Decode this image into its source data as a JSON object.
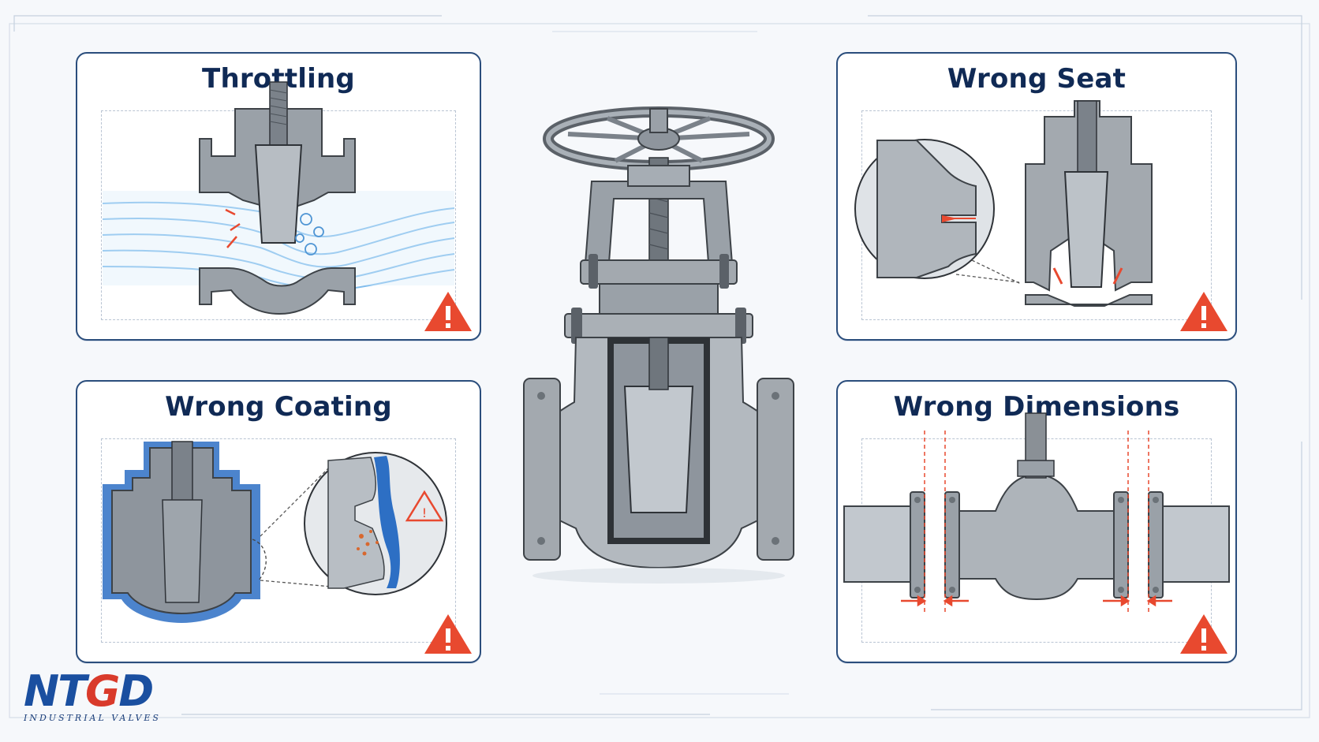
{
  "panels": {
    "throttling": {
      "title": "Throttling"
    },
    "wrong_seat": {
      "title": "Wrong Seat"
    },
    "wrong_coating": {
      "title": "Wrong Coating"
    },
    "wrong_dimensions": {
      "title": "Wrong Dimensions"
    }
  },
  "logo": {
    "mark_part1": "NT",
    "mark_accent": "G",
    "mark_part2": "D",
    "subtitle": "INDUSTRIAL VALVES"
  },
  "colors": {
    "navy": "#102a55",
    "frame": "#2a4d7c",
    "warning": "#e8492f",
    "flow": "#5aa9e6",
    "steel": "#8e959d",
    "coating": "#2d6fc4"
  },
  "icons": [
    "warning-triangle-icon",
    "gate-valve-illustration",
    "handwheel-icon",
    "magnifier-circle"
  ]
}
